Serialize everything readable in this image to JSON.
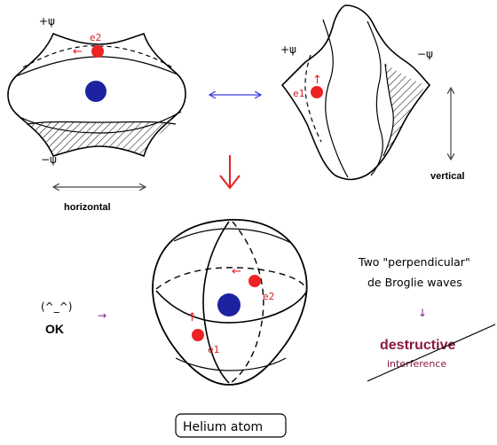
{
  "colors": {
    "line": "#000000",
    "electron": "#ee2222",
    "nucleus": "#1c22a0",
    "arrow_blue": "#3a3ae0",
    "arrow_red": "#e82020",
    "purple": "#7a1f8a",
    "maroon": "#8b1a3e"
  },
  "labels": {
    "plus_psi": "+ψ",
    "minus_psi": "−ψ",
    "e1": "e1",
    "e2": "e2",
    "horizontal": "horizontal",
    "vertical": "vertical",
    "smiley": "(^_^)",
    "ok": "OK",
    "note_line1": "Two \"perpendicular\"",
    "note_line2": "de Broglie  waves",
    "destructive": "destructive",
    "interference": "interference",
    "helium_atom": "Helium atom"
  },
  "arrows": {
    "left": "←",
    "up": "↑",
    "right": "→",
    "down": "↓"
  }
}
